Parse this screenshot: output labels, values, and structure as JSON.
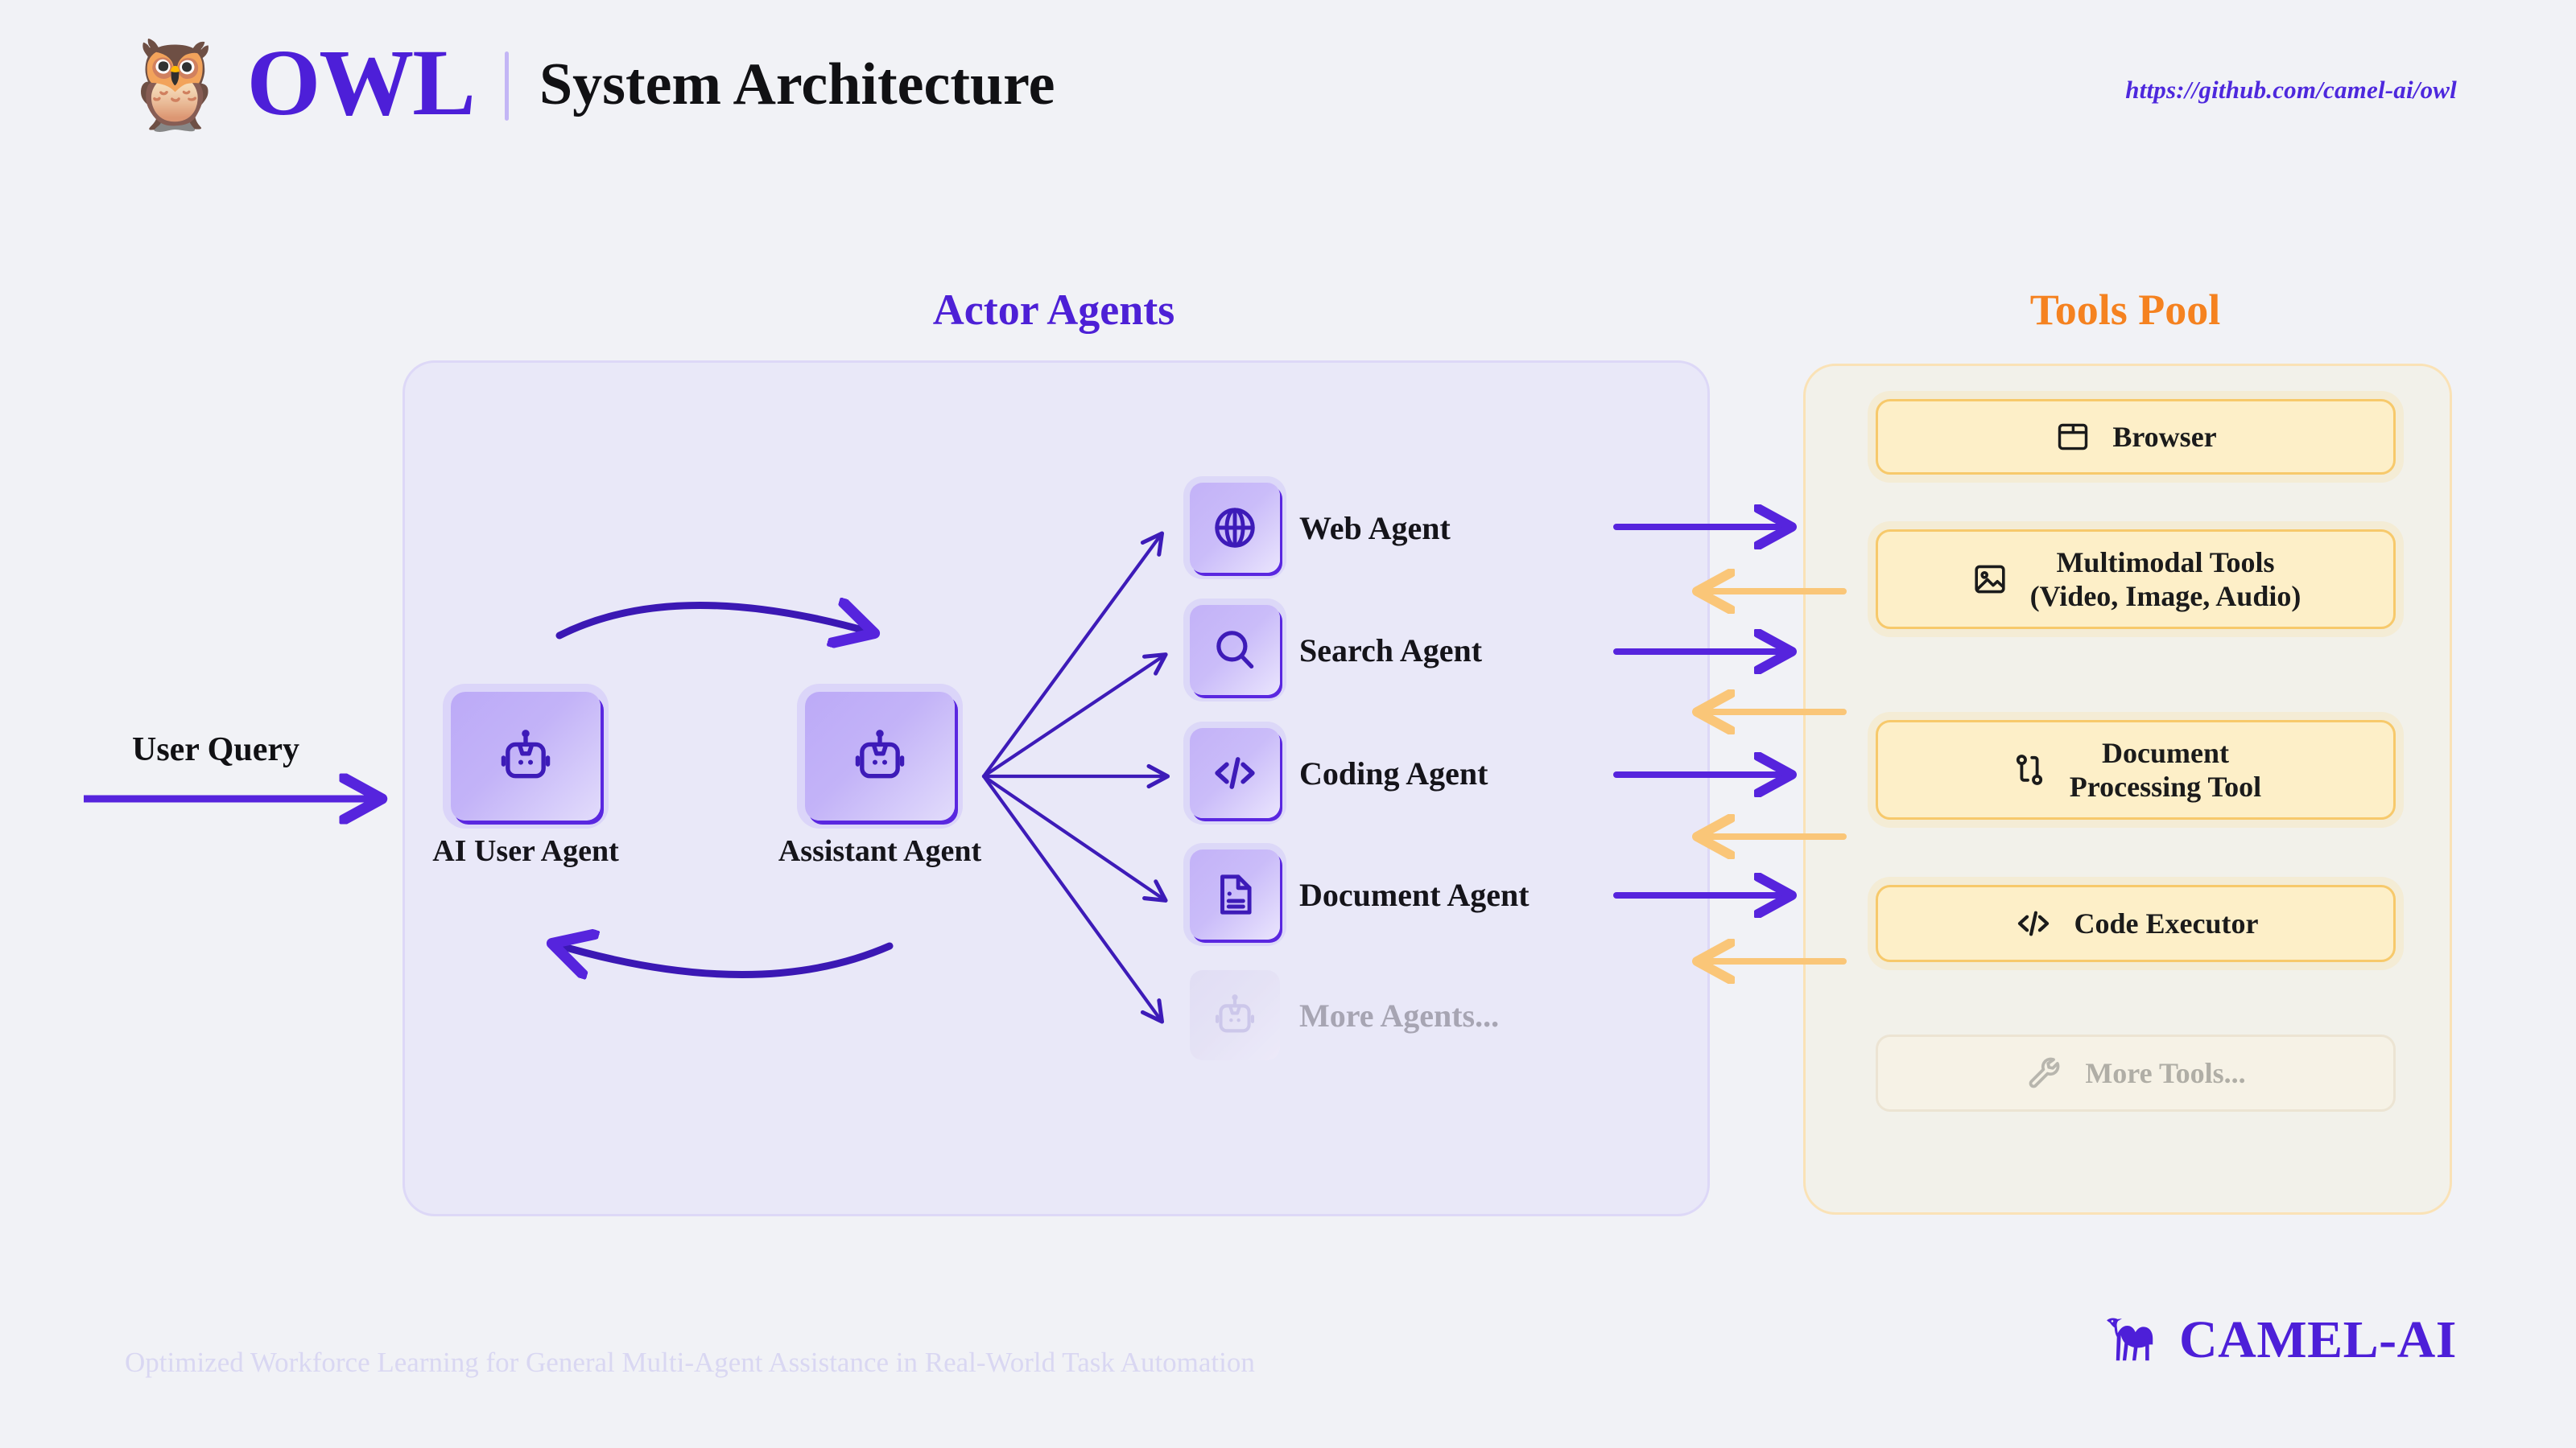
{
  "header": {
    "owl_icon": "owl-emoji",
    "brand": "OWL",
    "title": "System Architecture",
    "repo_url": "https://github.com/camel-ai/owl"
  },
  "sections": {
    "actor_agents_title": "Actor Agents",
    "tools_pool_title": "Tools Pool"
  },
  "flow": {
    "user_query_label": "User Query"
  },
  "core_agents": [
    {
      "label": "AI User Agent",
      "icon": "robot-icon"
    },
    {
      "label": "Assistant Agent",
      "icon": "robot-icon"
    }
  ],
  "actor_agents": [
    {
      "label": "Web Agent",
      "icon": "globe-icon",
      "muted": false
    },
    {
      "label": "Search Agent",
      "icon": "search-icon",
      "muted": false
    },
    {
      "label": "Coding Agent",
      "icon": "code-icon",
      "muted": false
    },
    {
      "label": "Document Agent",
      "icon": "document-icon",
      "muted": false
    },
    {
      "label": "More Agents...",
      "icon": "robot-icon",
      "muted": true
    }
  ],
  "tools": [
    {
      "label": "Browser",
      "icon": "browser-window-icon",
      "muted": false
    },
    {
      "label": "Multimodal Tools\n(Video, Image, Audio)",
      "icon": "image-icon",
      "muted": false
    },
    {
      "label": "Document\nProcessing Tool",
      "icon": "git-branch-icon",
      "muted": false
    },
    {
      "label": "Code Executor",
      "icon": "code-icon",
      "muted": false
    },
    {
      "label": "More Tools...",
      "icon": "wrench-icon",
      "muted": true
    }
  ],
  "footer": {
    "tagline": "Optimized Workforce Learning for General Multi-Agent Assistance in Real-World Task Automation",
    "logo_text": "CAMEL-AI",
    "logo_icon": "camel-icon"
  },
  "colors": {
    "background": "#f1f2f6",
    "brand_purple": "#4d1fd8",
    "accent_purple": "#5a27e0",
    "tools_orange": "#f58220",
    "tool_card_fill": "#fdefc8",
    "tool_card_border": "#f7c96b",
    "agents_panel_fill": "#e9e8f8",
    "tools_panel_fill": "#f2f1ea",
    "muted_text": "#a7a5b3"
  }
}
